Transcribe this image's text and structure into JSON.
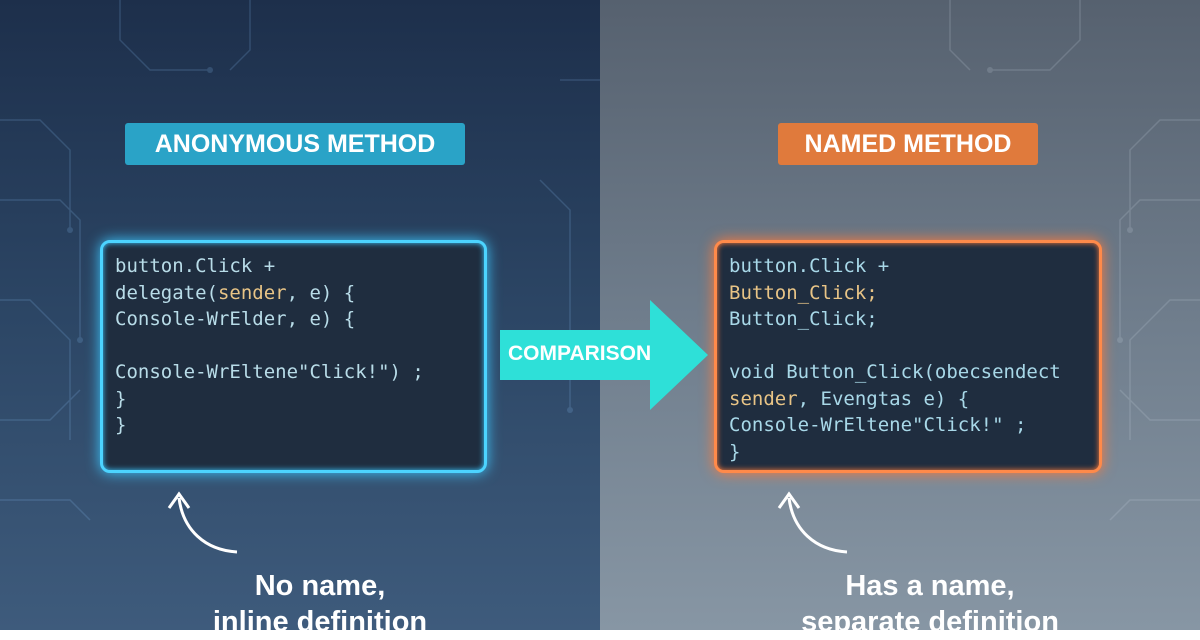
{
  "left": {
    "label": "ANONYMOUS METHOD",
    "code": [
      "button.Click +",
      "delegate(",
      "sender",
      ", e) {",
      "Console-WrElder, e) {",
      "",
      "Console-WrEltene\"Click!\") ;",
      "}",
      "}"
    ],
    "caption_line1": "No name,",
    "caption_line2": "inline definition"
  },
  "center": {
    "label": "COMPARISON"
  },
  "right": {
    "label": "NAMED METHOD",
    "code": [
      "button.Click +",
      "Button_Click;",
      "Button_Click;",
      "",
      "void Button_Click(obecsendect",
      "sender",
      ", Evengtas e) {",
      "Console-WrEltene\"Click!\" ;",
      "}"
    ],
    "caption_line1": "Has a name,",
    "caption_line2": "separate definition"
  },
  "colors": {
    "anon": "#2aa3c7",
    "named": "#e07a3c",
    "arrow": "#2ee0d8"
  }
}
